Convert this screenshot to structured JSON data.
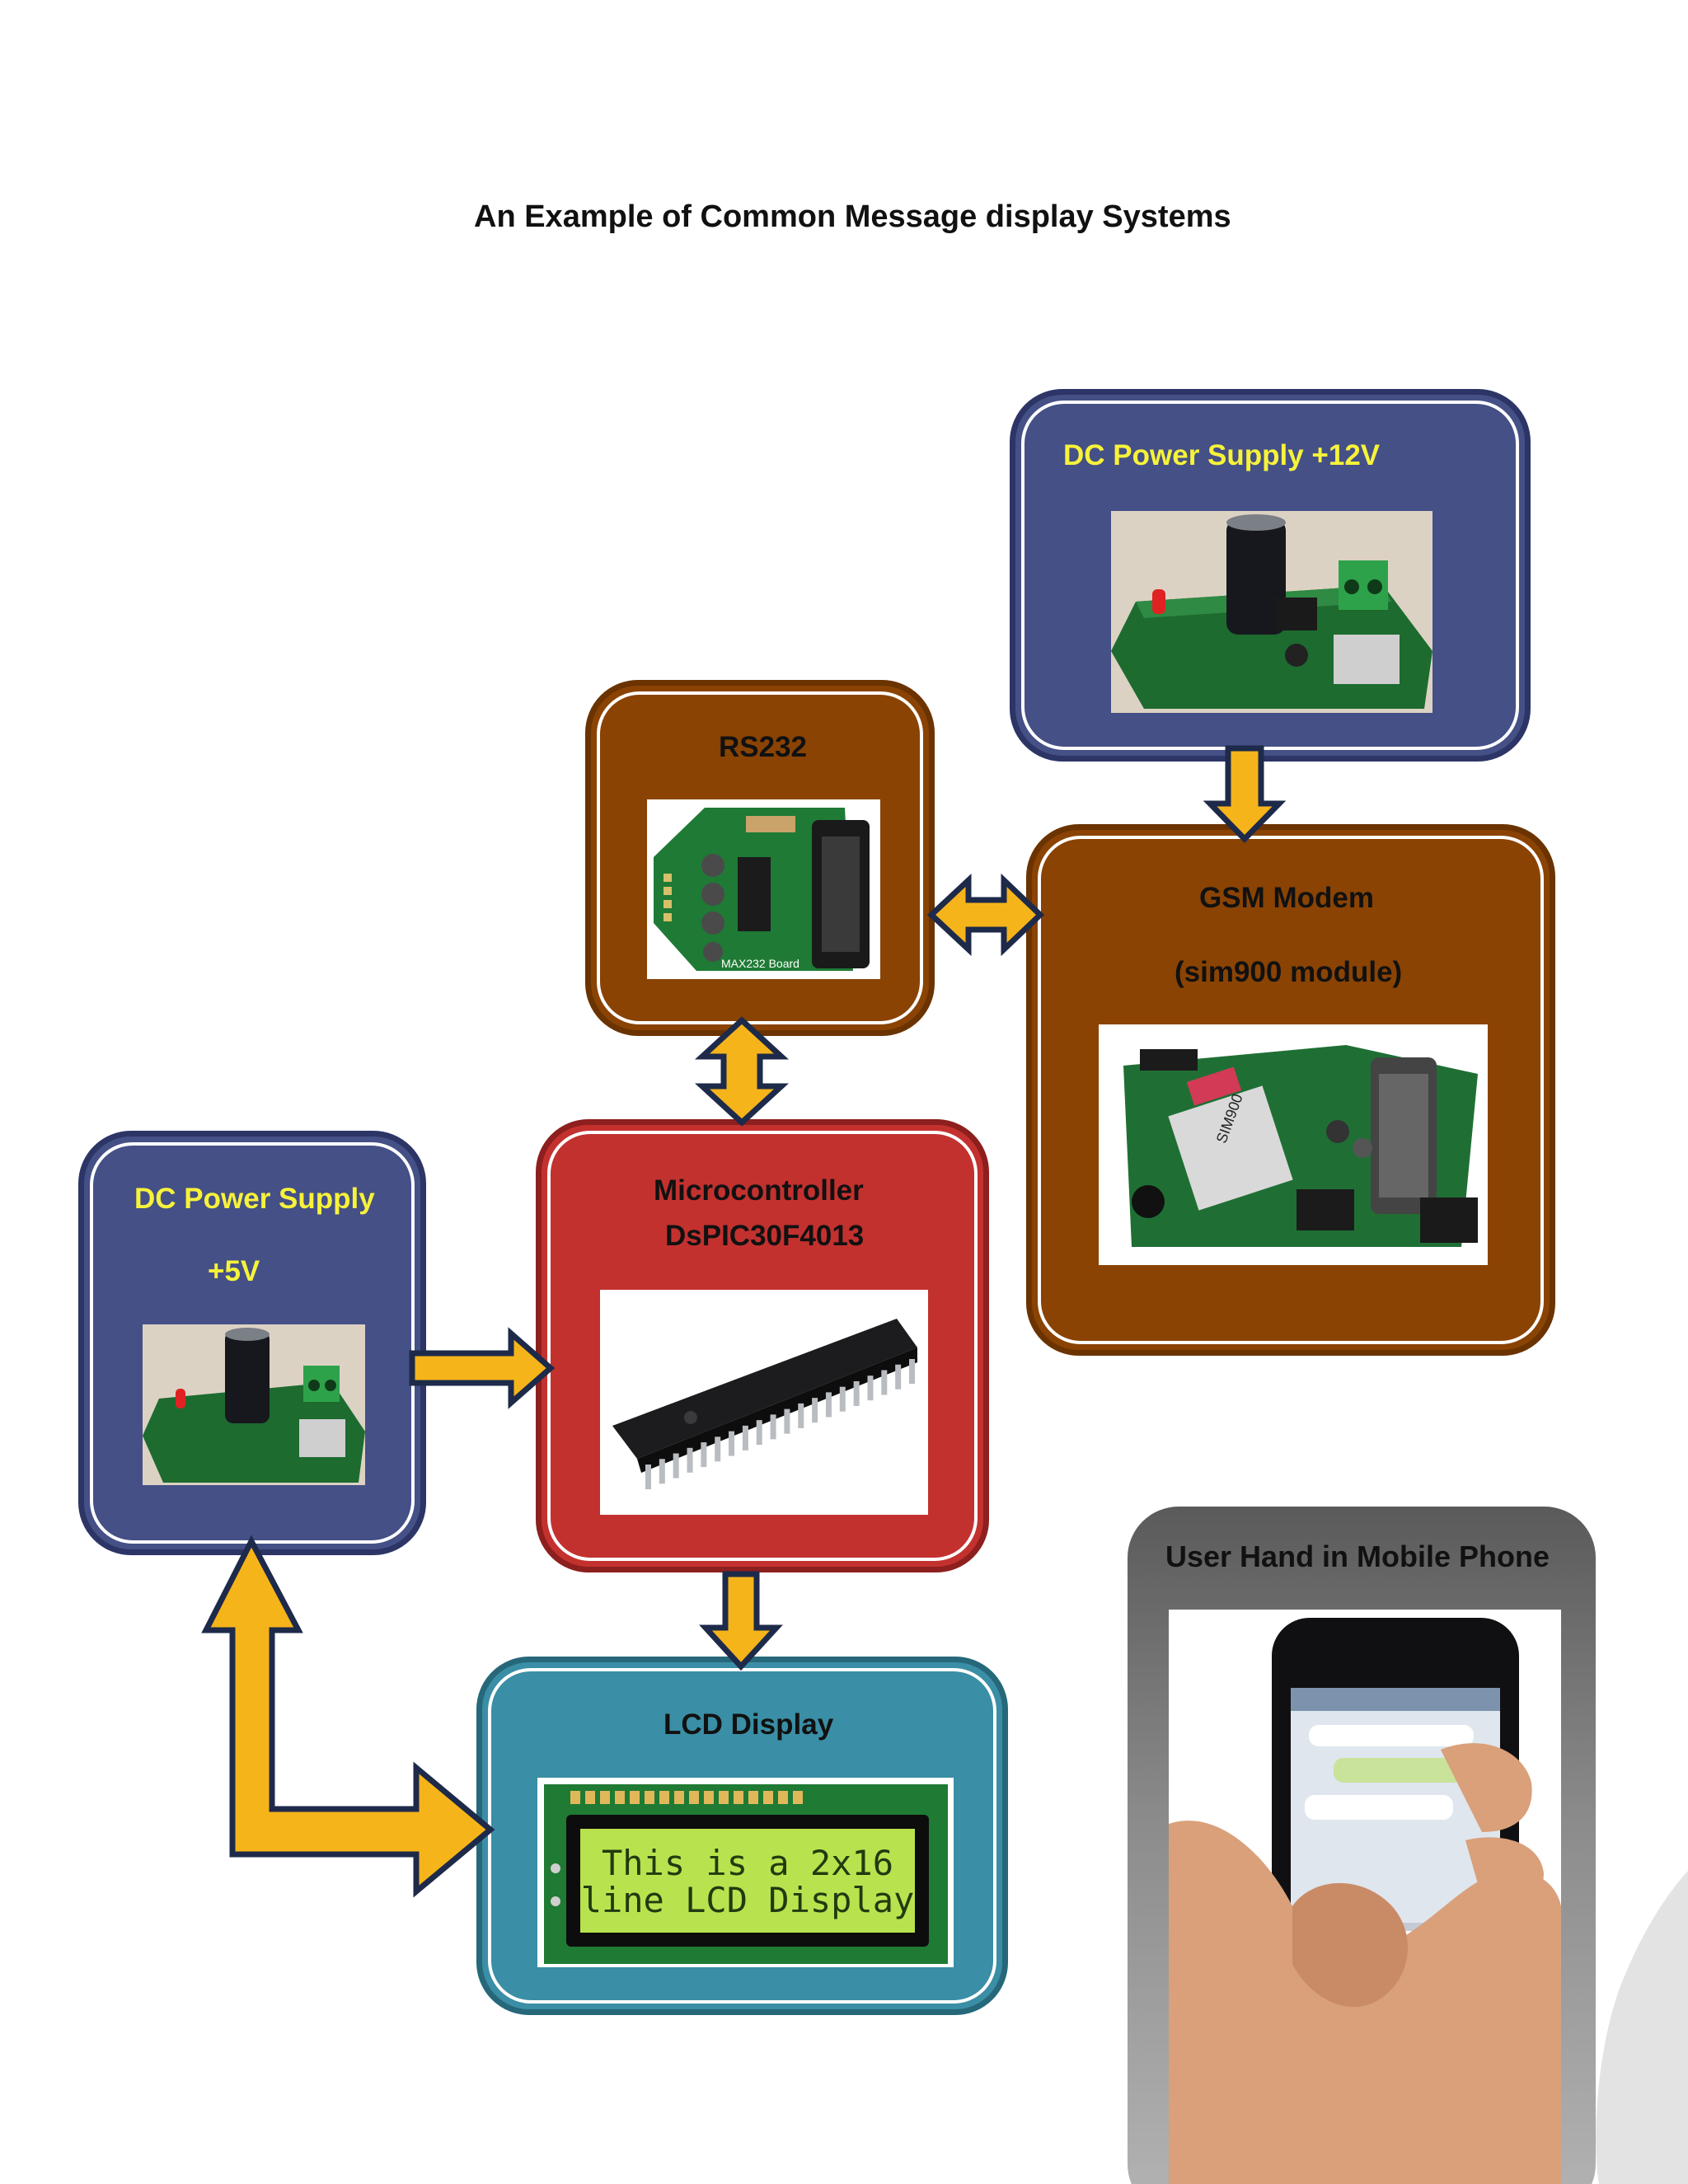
{
  "title": "An Example of Common Message display Systems",
  "blocks": {
    "dc12": {
      "label": "DC Power Supply +12V"
    },
    "rs232": {
      "label": "RS232",
      "board_text": "MAX232 Board"
    },
    "gsm": {
      "label_line1": "GSM Modem",
      "label_line2": "(sim900 module)",
      "chip_text": "SIM900"
    },
    "dc5": {
      "label_line1": "DC Power Supply",
      "label_line2": "+5V"
    },
    "mcu": {
      "label_line1": "Microcontroller",
      "label_line2": "DsPIC30F4013"
    },
    "lcd": {
      "label": "LCD Display",
      "screen_line1": "This is a 2x16",
      "screen_line2": "line LCD Display"
    },
    "phone": {
      "label": "User Hand in Mobile Phone"
    }
  },
  "colors": {
    "navy": "#445086",
    "brown": "#8a4303",
    "red": "#c3312f",
    "teal": "#3a8ea5",
    "arrow_fill": "#f6b41b",
    "arrow_stroke": "#1d2a4a",
    "label_yellow": "#f7f23a"
  },
  "connections": [
    {
      "from": "dc12",
      "to": "gsm",
      "direction": "one-way"
    },
    {
      "from": "rs232",
      "to": "gsm",
      "direction": "two-way"
    },
    {
      "from": "rs232",
      "to": "mcu",
      "direction": "two-way"
    },
    {
      "from": "dc5",
      "to": "mcu",
      "direction": "one-way"
    },
    {
      "from": "mcu",
      "to": "lcd",
      "direction": "one-way"
    },
    {
      "from": "dc5",
      "to": "lcd",
      "direction": "two-way"
    }
  ]
}
